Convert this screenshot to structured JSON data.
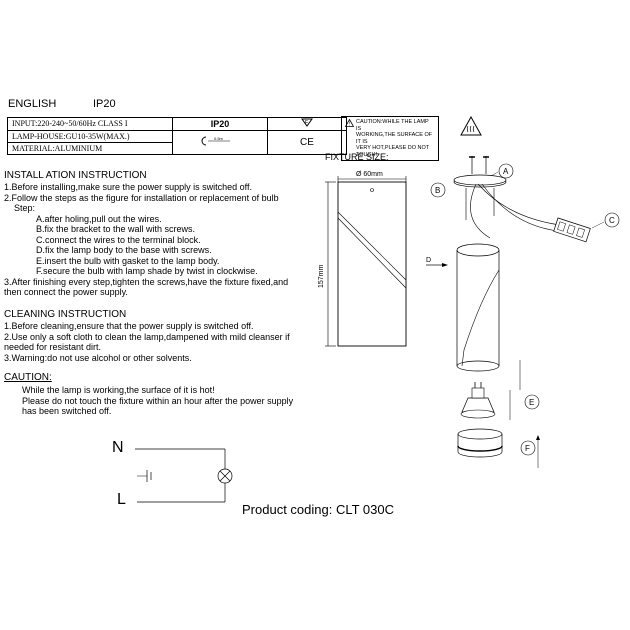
{
  "header": {
    "language": "ENGLISH",
    "rating": "IP20"
  },
  "specs": {
    "input": "INPUT:220-240~50/60Hz  CLASS  I",
    "lamp_house": "LAMP-HOUSE:GU10-35W(MAX.)",
    "material": "MATERIAL:ALUMINIUM",
    "ip": "IP20",
    "distance_label": "0.5m",
    "ce": "CE"
  },
  "caution_label": {
    "line1": "CAUTION:WHILE THE LAMP IS",
    "line2": "WORKING,THE SURFACE OF IT IS",
    "line3": "VERY HOT,PLEASE DO NOT TOUCH!"
  },
  "fixture": {
    "title": "FIXTURE SIZE:",
    "diameter": "Ø 60mm",
    "height": "157mm"
  },
  "install": {
    "title": "INSTALL ATION INSTRUCTION",
    "l1": "1.Before installing,make sure the power supply is switched off.",
    "l2": "2.Follow the steps as the figure for installation or replacement of bulb",
    "l2b": "Step:",
    "a": "A.after holing,pull out the  wires.",
    "b": "B.fix the bracket to the wall with screws.",
    "c": "C.connect the wires to the terminal block.",
    "d": "D.fix the lamp body to the base with screws.",
    "e": "E.insert the bulb with gasket to the lamp body.",
    "f": "F.secure the bulb with lamp shade by twist in clockwise.",
    "l3": "3.After finishing every step,tighten the screws,have the fixture fixed,and",
    "l3b": "then connect the power supply."
  },
  "cleaning": {
    "title": "CLEANING INSTRUCTION",
    "l1": "1.Before cleaning,ensure that the power supply is switched off.",
    "l2": "2.Use only a soft cloth to clean the lamp,dampened with mild cleanser if",
    "l2b": "needed for resistant dirt.",
    "l3": "3.Warning:do not use alcohol or other solvents."
  },
  "caution": {
    "title": "CAUTION:",
    "l1": "While the lamp is working,the surface of it is hot!",
    "l2": "Please do not touch the fixture within an hour after the power supply",
    "l3": "has been switched off."
  },
  "circuit": {
    "n": "N",
    "l": "L"
  },
  "steps": {
    "a": "A",
    "b": "B",
    "c": "C",
    "d": "D",
    "e": "E",
    "f": "F"
  },
  "product_coding": "Product coding: CLT 030C"
}
